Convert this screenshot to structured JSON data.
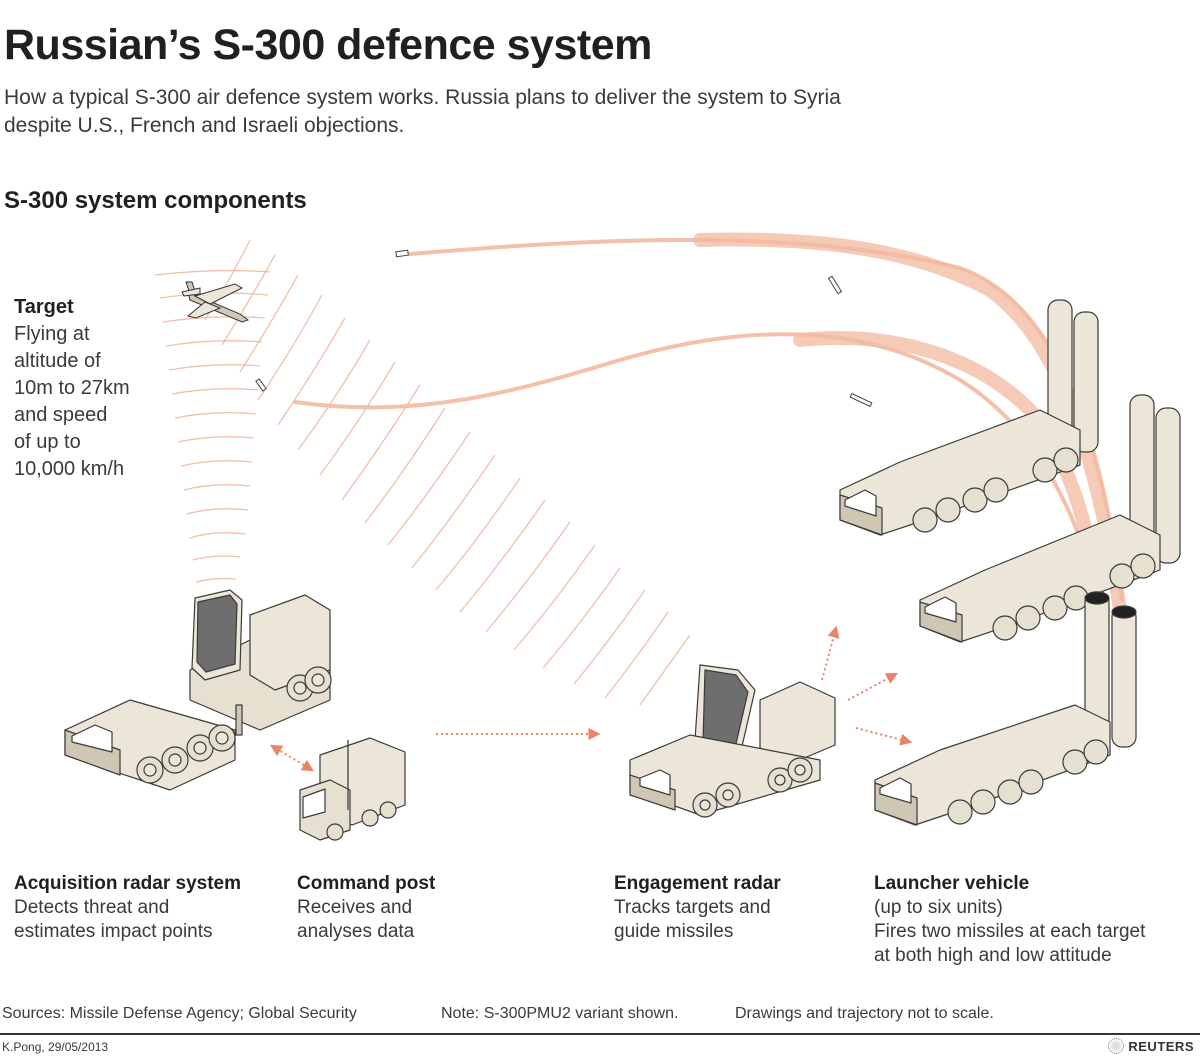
{
  "header": {
    "title": "Russian’s S-300 defence system",
    "subtitle": "How a typical S-300 air defence system works. Russia plans to deliver the system to Syria despite U.S., French and Israeli objections.",
    "section": "S-300 system components"
  },
  "colors": {
    "trajectory": "#f2b9a0",
    "radar_wave": "#f0b59c",
    "arrow": "#e8846a",
    "vehicle_fill": "#ece6d8",
    "vehicle_shade": "#cfc7b4",
    "radar_panel": "#6e6e6e",
    "text": "#231f20"
  },
  "target": {
    "heading": "Target",
    "lines": [
      "Flying at",
      "altitude of",
      "10m to 27km",
      "and speed",
      "of up to",
      "10,000 km/h"
    ]
  },
  "components": [
    {
      "heading": "Acquisition radar system",
      "lines": [
        "Detects threat and",
        "estimates impact points"
      ]
    },
    {
      "heading": "Command post",
      "lines": [
        "Receives and",
        "analyses data"
      ]
    },
    {
      "heading": "Engagement radar",
      "lines": [
        "Tracks targets and",
        "guide missiles"
      ]
    },
    {
      "heading": "Launcher vehicle",
      "lines": [
        "(up to six units)",
        "Fires two missiles at each target",
        "at both high and low attitude"
      ]
    }
  ],
  "footer": {
    "sources": "Sources: Missile Defense Agency; Global Security",
    "note": "Note: S-300PMU2 variant shown.",
    "scale": "Drawings and trajectory not to scale.",
    "credit": "K.Pong, 29/05/2013",
    "brand": "REUTERS"
  }
}
